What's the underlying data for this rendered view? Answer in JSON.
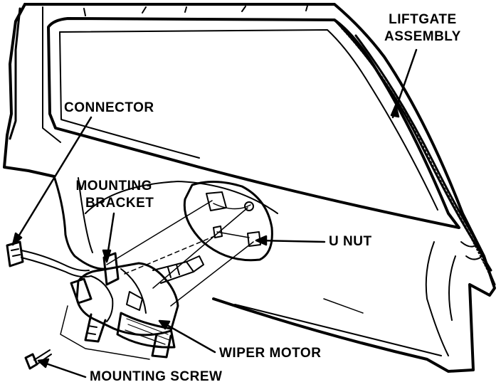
{
  "colors": {
    "ink": "#000000",
    "paper": "#ffffff"
  },
  "labels": {
    "liftgate_line1": "LIFTGATE",
    "liftgate_line2": "ASSEMBLY",
    "connector": "CONNECTOR",
    "mounting_line1": "MOUNTING",
    "bracket_line2": "BRACKET",
    "u_nut": "U NUT",
    "wiper_motor": "WIPER MOTOR",
    "mounting_screw": "MOUNTING SCREW"
  }
}
